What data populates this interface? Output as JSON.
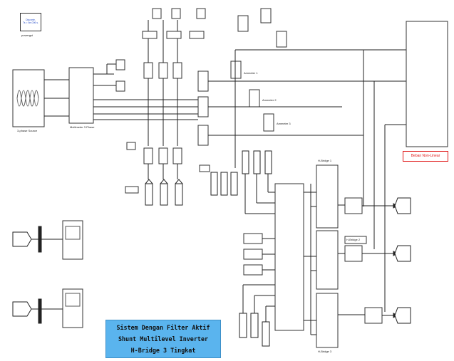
{
  "title_box": {
    "line1": "Sistem Dengan Filter Aktif",
    "line2": "Shunt Multilevel Inverter",
    "line3": "H-Bridge 3 Tingkat"
  },
  "powergui": {
    "line1": "Discrete,",
    "line2": "Ts = 5e-006 s.",
    "caption": "powergui"
  },
  "source_label": "3-phase Source",
  "multimeter_label": "Multimeter\n3 Phase",
  "load_label": "Beban Non-Linear",
  "hbridge_labels": [
    "H-Bridge 1",
    "H-Bridge 2",
    "H-Bridge 3"
  ],
  "ammeter_labels": [
    "Ammeter 1",
    "Ammeter 2",
    "Ammeter 3"
  ],
  "colors": {
    "title_box_bg": "#5ab4ee",
    "load_border": "#e01818",
    "powergui_text": "#2a4fc9",
    "line": "#222222"
  }
}
